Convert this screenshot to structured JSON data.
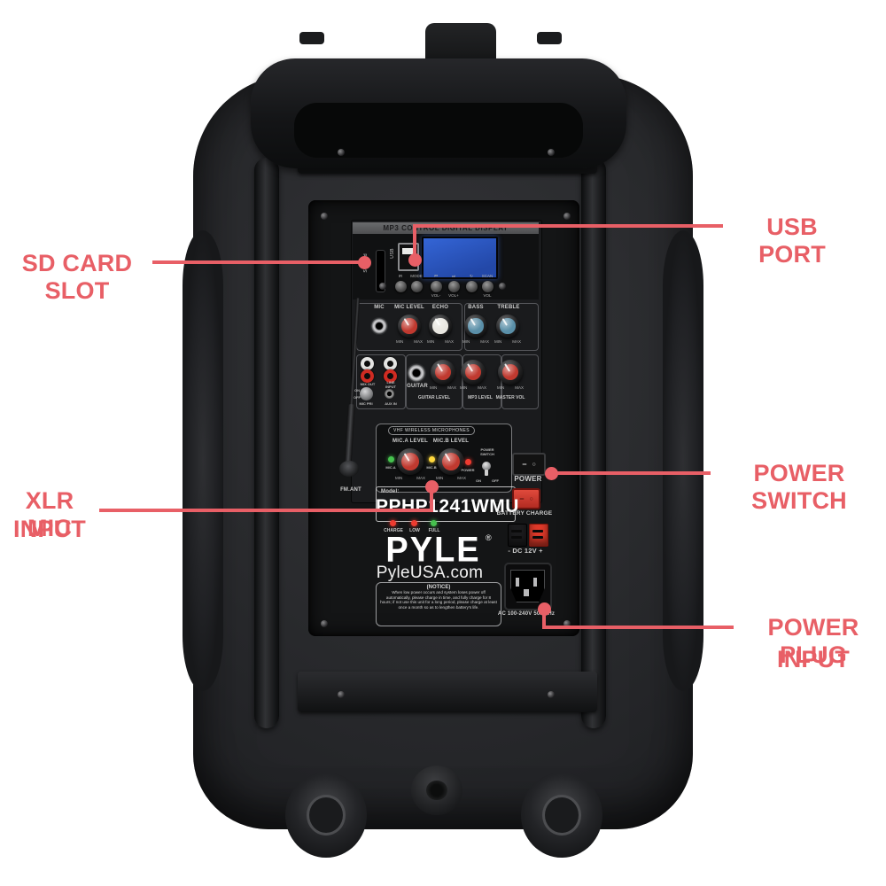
{
  "colors": {
    "accent": "#e85f66",
    "knob_red": "#c0392f",
    "knob_white": "#e8e6e0",
    "knob_blue": "#5a8fa8",
    "lcd_blue": "#3465d6",
    "led_green": "#46c24e",
    "led_yellow": "#ffd83d",
    "led_red": "#ef3b30",
    "rca_white": "#e4e4e2",
    "rca_red": "#cf2b22"
  },
  "callouts": {
    "sd": {
      "label": "SD CARD SLOT"
    },
    "usb": {
      "label": "USB PORT"
    },
    "xlr": {
      "line1": "XLR MIC",
      "line2": "INPUT"
    },
    "power_switch": {
      "label": "POWER SWITCH"
    },
    "power_plug": {
      "line1": "POWER PLUG",
      "line2": "INPUT"
    }
  },
  "panel": {
    "header": "MP3 CONTROL DIGITAL DISPLAY",
    "sd_slot_label": "SD card",
    "usb_label": "USB",
    "min": "MIN",
    "max": "MAX",
    "transport": [
      {
        "label": "IR",
        "sub": ""
      },
      {
        "label": "MODE",
        "sub": ""
      },
      {
        "label": "⏮",
        "sub": "VOL-"
      },
      {
        "label": "⏭",
        "sub": "VOL+"
      },
      {
        "label": "↻",
        "sub": ""
      },
      {
        "label": "SCAN",
        "sub": "VOL"
      }
    ],
    "eq": {
      "mic_label": "MIC",
      "knobs": [
        {
          "label": "MIC LEVEL"
        },
        {
          "label": "ECHO"
        },
        {
          "label": "BASS"
        },
        {
          "label": "TREBLE"
        }
      ]
    },
    "io": {
      "mix_out": "MIX OUT",
      "line_input": "LINE INPUT",
      "mic_pri": "MIC PRI",
      "aux_in": "AUX IN",
      "on": "ON",
      "off": "OFF",
      "guitar": "GUITAR",
      "knobs": [
        {
          "label": "GUITAR LEVEL"
        },
        {
          "label": "MP3 LEVEL"
        },
        {
          "label": "MASTER VOL"
        }
      ]
    },
    "wireless": {
      "title": "VHF WIRELESS MICROPHONES",
      "a_label": "MIC.A LEVEL",
      "b_label": "MIC.B LEVEL",
      "led_a": "MIC.A",
      "led_b": "MIC.B",
      "led_power": "POWER",
      "switch_label": "POWER SWITCH",
      "on": "ON",
      "off": "OFF"
    },
    "model": {
      "prefix": "Model:",
      "number": "PPHP1241WMU"
    },
    "battery_leds": [
      {
        "label": "CHARGE"
      },
      {
        "label": "LOW"
      },
      {
        "label": "FULL"
      }
    ],
    "brand": {
      "logo": "PYLE",
      "reg": "®",
      "site": "PyleUSA.com"
    },
    "notice": {
      "title": "(NOTICE)",
      "body": "When low power occurs and system loses power off automatically, please charge in time, and fully charge for 8 hours; if not use this unit for a long period, please charge at least once a month so as to lengthen battery's life."
    },
    "fm_ant": "FM.ANT"
  },
  "power_column": {
    "power_label": "POWER",
    "battery_charge": "BATTERY CHARGE",
    "dc": "- DC 12V +",
    "ac": "AC 100-240V 50/60Hz",
    "mark_line": "−",
    "mark_circle": "○"
  }
}
